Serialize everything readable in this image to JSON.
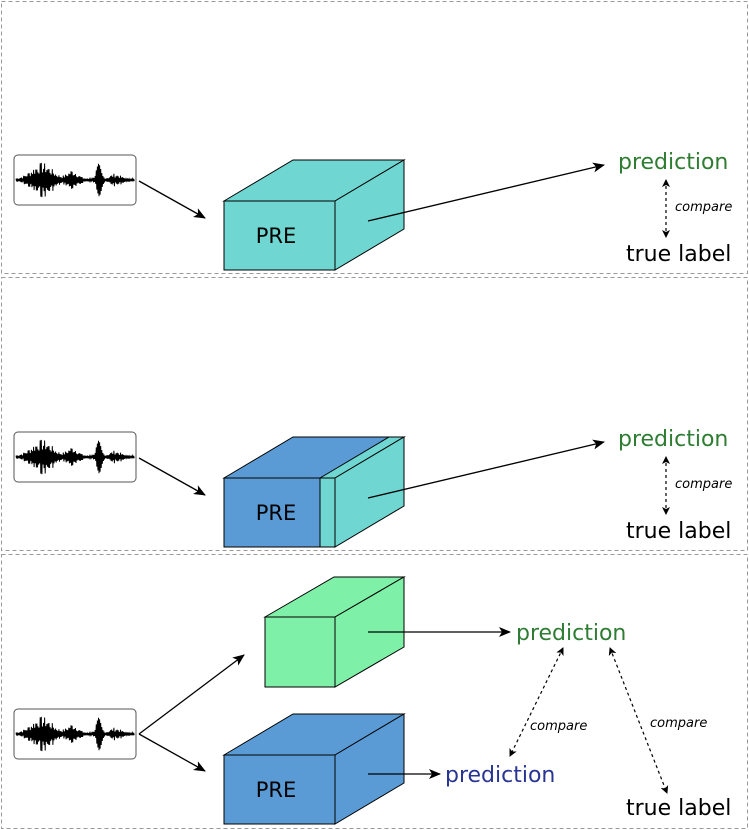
{
  "colors": {
    "teal": "#6fd6d1",
    "blue": "#5b9bd5",
    "green_box": "#7ff0a8",
    "prediction_green": "#2e7d32",
    "prediction_blue": "#283593",
    "panel_border": "#999999"
  },
  "icons": {
    "waveform": "audio-waveform-icon"
  },
  "panels": [
    {
      "box_label": "PRE",
      "prediction": "prediction",
      "compare": "compare",
      "true_label": "true label"
    },
    {
      "box_label": "PRE",
      "prediction": "prediction",
      "compare": "compare",
      "true_label": "true label"
    },
    {
      "box_label": "PRE",
      "prediction_teacher": "prediction",
      "prediction_student": "prediction",
      "compare_left": "compare",
      "compare_right": "compare",
      "true_label": "true label"
    }
  ]
}
